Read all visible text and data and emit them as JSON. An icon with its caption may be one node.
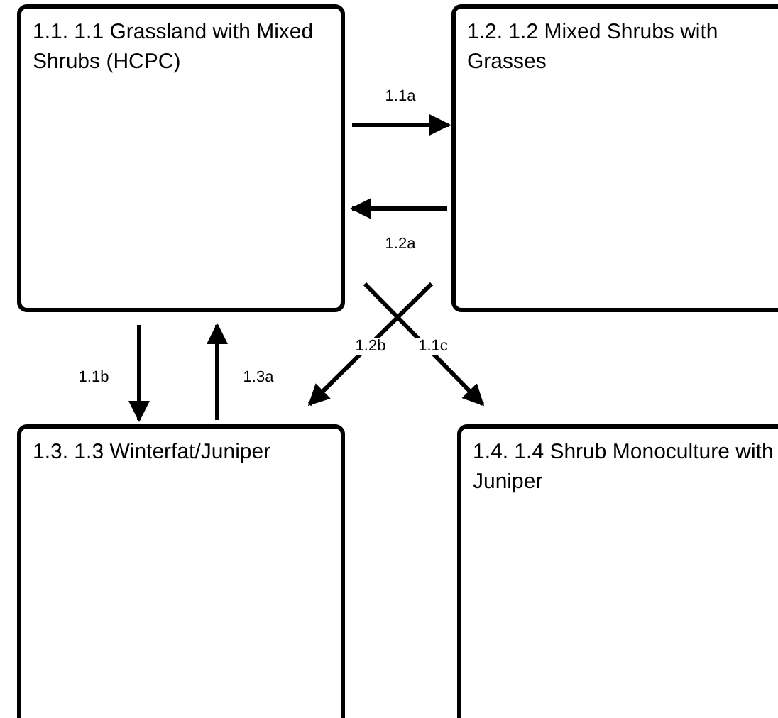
{
  "diagram": {
    "nodes": [
      {
        "text": [
          "1.1. 1.1 Grassland with Mixed Shrubs (HCPC)"
        ]
      },
      {
        "text": [
          "1.2. 1.2 Mixed Shrubs with Grasses"
        ]
      },
      {
        "text": [
          "1.3. 1.3 Winterfat/Juniper"
        ]
      },
      {
        "text": [
          "1.4. 1.4 Shrub Monoculture with Juniper"
        ]
      }
    ],
    "edges": [
      {
        "from": 0,
        "to": 1,
        "arrow": "to",
        "label": "1.1a"
      },
      {
        "from": 1,
        "to": 0,
        "arrow": "to",
        "label": "1.2a"
      },
      {
        "from": 0,
        "to": 2,
        "arrow": "to",
        "label": "1.1b"
      },
      {
        "from": 1,
        "to": 2,
        "arrow": "to",
        "label": "1.2b"
      },
      {
        "from": 0,
        "to": 3,
        "arrow": "to",
        "label": "1.1c"
      },
      {
        "from": 2,
        "to": 0,
        "arrow": "to",
        "label": "1.3a"
      }
    ]
  }
}
